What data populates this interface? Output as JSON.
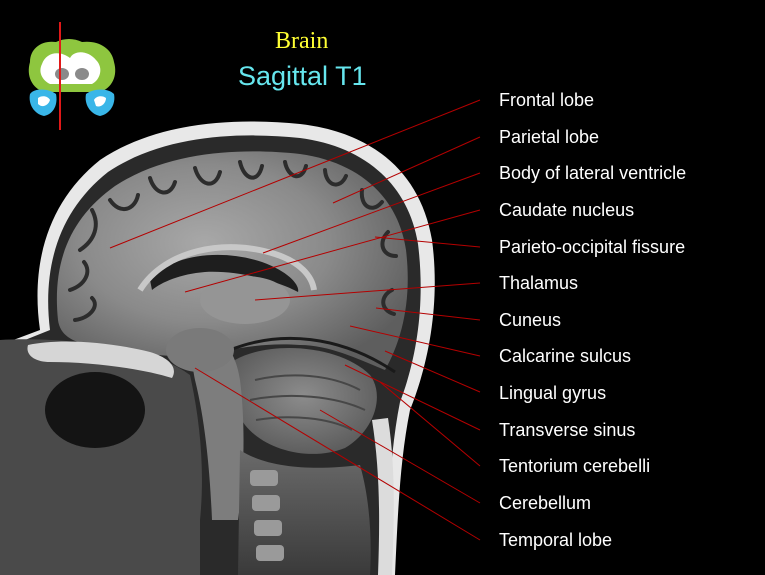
{
  "title": "Brain",
  "subtitle": "Sagittal T1",
  "colors": {
    "background": "#000000",
    "title": "#ffff33",
    "subtitle": "#66e6ee",
    "label_text": "#ffffff",
    "leader_line": "#b40000",
    "locator_brain": "#8ec63f",
    "locator_white_matter": "#ffffff",
    "locator_ventricle": "#39b6e8",
    "locator_slice_line": "#e01818"
  },
  "locator_icon": "coronal-brain-slice-locator",
  "labels": [
    {
      "text": "Frontal lobe"
    },
    {
      "text": "Parietal lobe"
    },
    {
      "text": "Body of lateral ventricle"
    },
    {
      "text": "Caudate nucleus"
    },
    {
      "text": "Parieto-occipital fissure"
    },
    {
      "text": "Thalamus"
    },
    {
      "text": "Cuneus"
    },
    {
      "text": "Calcarine sulcus"
    },
    {
      "text": "Lingual gyrus"
    },
    {
      "text": "Transverse sinus"
    },
    {
      "text": "Tentorium cerebelli"
    },
    {
      "text": "Cerebellum"
    },
    {
      "text": "Temporal lobe"
    }
  ]
}
